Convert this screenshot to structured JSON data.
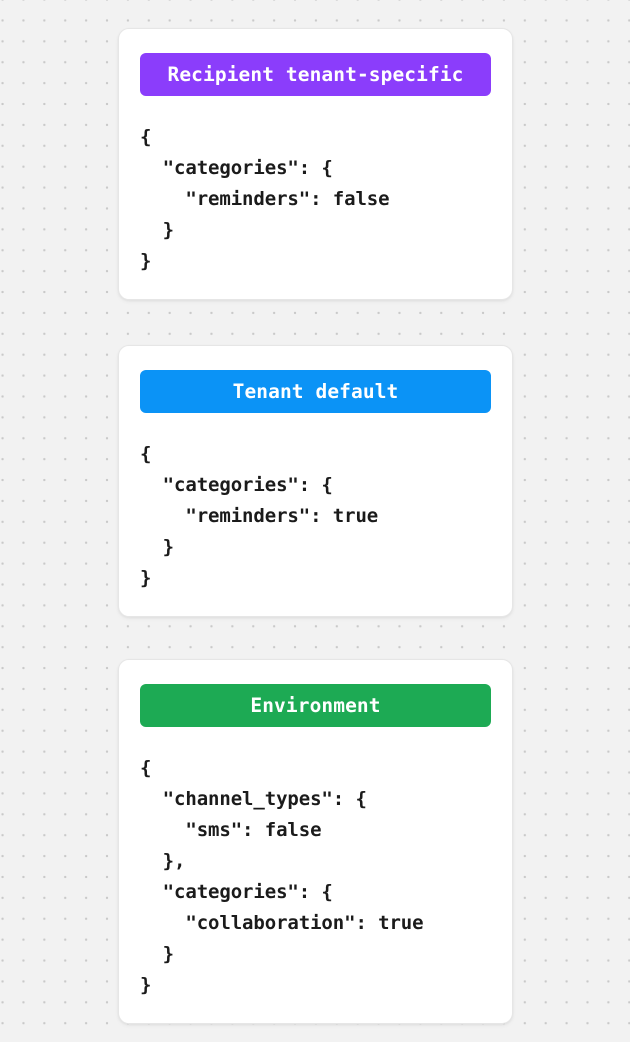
{
  "background": {
    "color": "#f2f2f2",
    "dot_color": "#c9c9c9",
    "pattern": "dotted-grid"
  },
  "cards": [
    {
      "badge_label": "Recipient tenant-specific",
      "badge_color": "#8b3dfb",
      "badge_text_color": "#ffffff",
      "code": "{\n  \"categories\": {\n    \"reminders\": false\n  }\n}"
    },
    {
      "badge_label": "Tenant default",
      "badge_color": "#0b93f6",
      "badge_text_color": "#ffffff",
      "code": "{\n  \"categories\": {\n    \"reminders\": true\n  }\n}"
    },
    {
      "badge_label": "Environment",
      "badge_color": "#1daa54",
      "badge_text_color": "#ffffff",
      "code": "{\n  \"channel_types\": {\n    \"sms\": false\n  },\n  \"categories\": {\n    \"collaboration\": true\n  }\n}"
    }
  ]
}
